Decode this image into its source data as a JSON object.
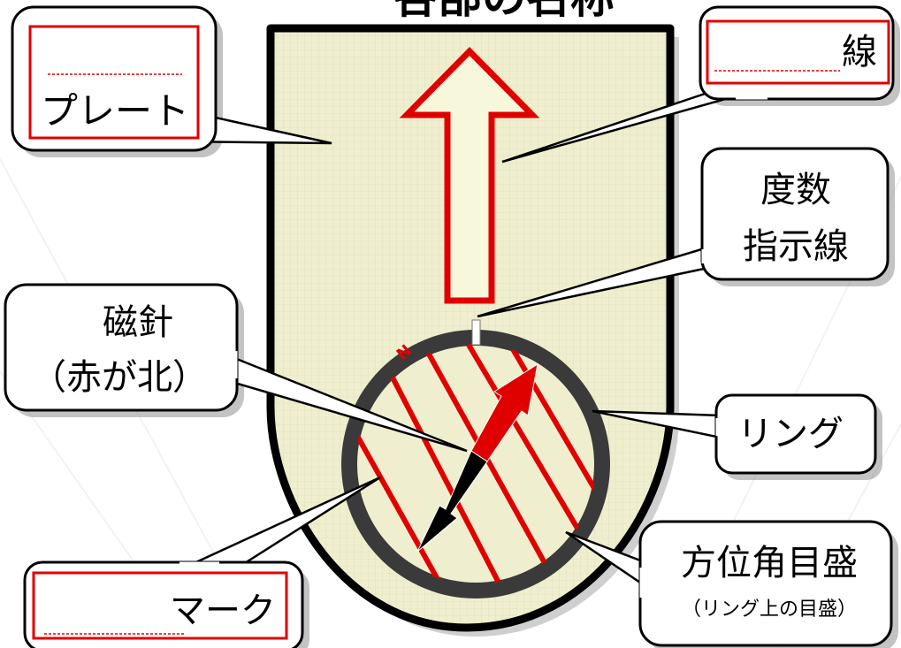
{
  "title_fragment": "各部の名称",
  "callouts": {
    "plate": "プレート",
    "line": "線",
    "degree_line_1": "度数",
    "degree_line_2": "指示線",
    "needle_1": "磁針",
    "needle_2": "（赤が北）",
    "ring": "リング",
    "bearing_1": "方位角目盛",
    "bearing_2": "（リング上の目盛）",
    "mark": "マーク"
  },
  "dial_letter": "N",
  "colors": {
    "plate_fill": "#efefcf",
    "outline": "#000000",
    "accent_red": "#e00000",
    "ring_dark": "#3a3a3a",
    "bubble_fill": "#ffffff"
  }
}
